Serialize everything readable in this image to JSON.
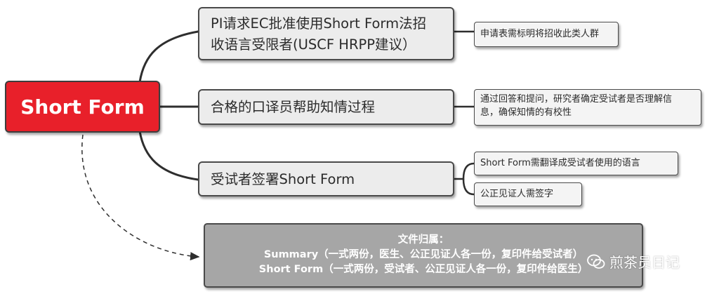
{
  "root": {
    "label": "Short Form"
  },
  "branches": [
    {
      "label": "PI请求EC批准使用Short Form法招收语言受限者(USCF HRPP建议）",
      "line1": "PI请求EC批准使用Short Form法招",
      "line2": "收语言受限者(USCF HRPP建议）",
      "notes": [
        "申请表需标明将招收此类人群"
      ]
    },
    {
      "label": "合格的口译员帮助知情过程",
      "notes": [
        "通过回答和提问，研究者确定受试者是否理解信息，确保知情的有校性"
      ],
      "note_line1": "通过回答和提问，研究者确定受试者是否理解信",
      "note_line2": "息，确保知情的有校性"
    },
    {
      "label": "受试者签署Short Form",
      "notes": [
        "Short Form需翻译成受试者使用的语言",
        "公正见证人需签字"
      ]
    }
  ],
  "summary": {
    "title": "文件归属：",
    "line1": "Summary（一式两份，医生、公正见证人各一份，复印件给受试者）",
    "line2": "Short Form（一式两份，受试者、公正见证人各一份，复印件给医生）"
  },
  "watermark": {
    "text": "煎茶员日记",
    "icon": "wechat-icon"
  },
  "colors": {
    "root_fill": "#e8202a",
    "node_fill": "#ececec",
    "summary_fill": "#a6a6a6",
    "line": "#2e2e2e"
  }
}
